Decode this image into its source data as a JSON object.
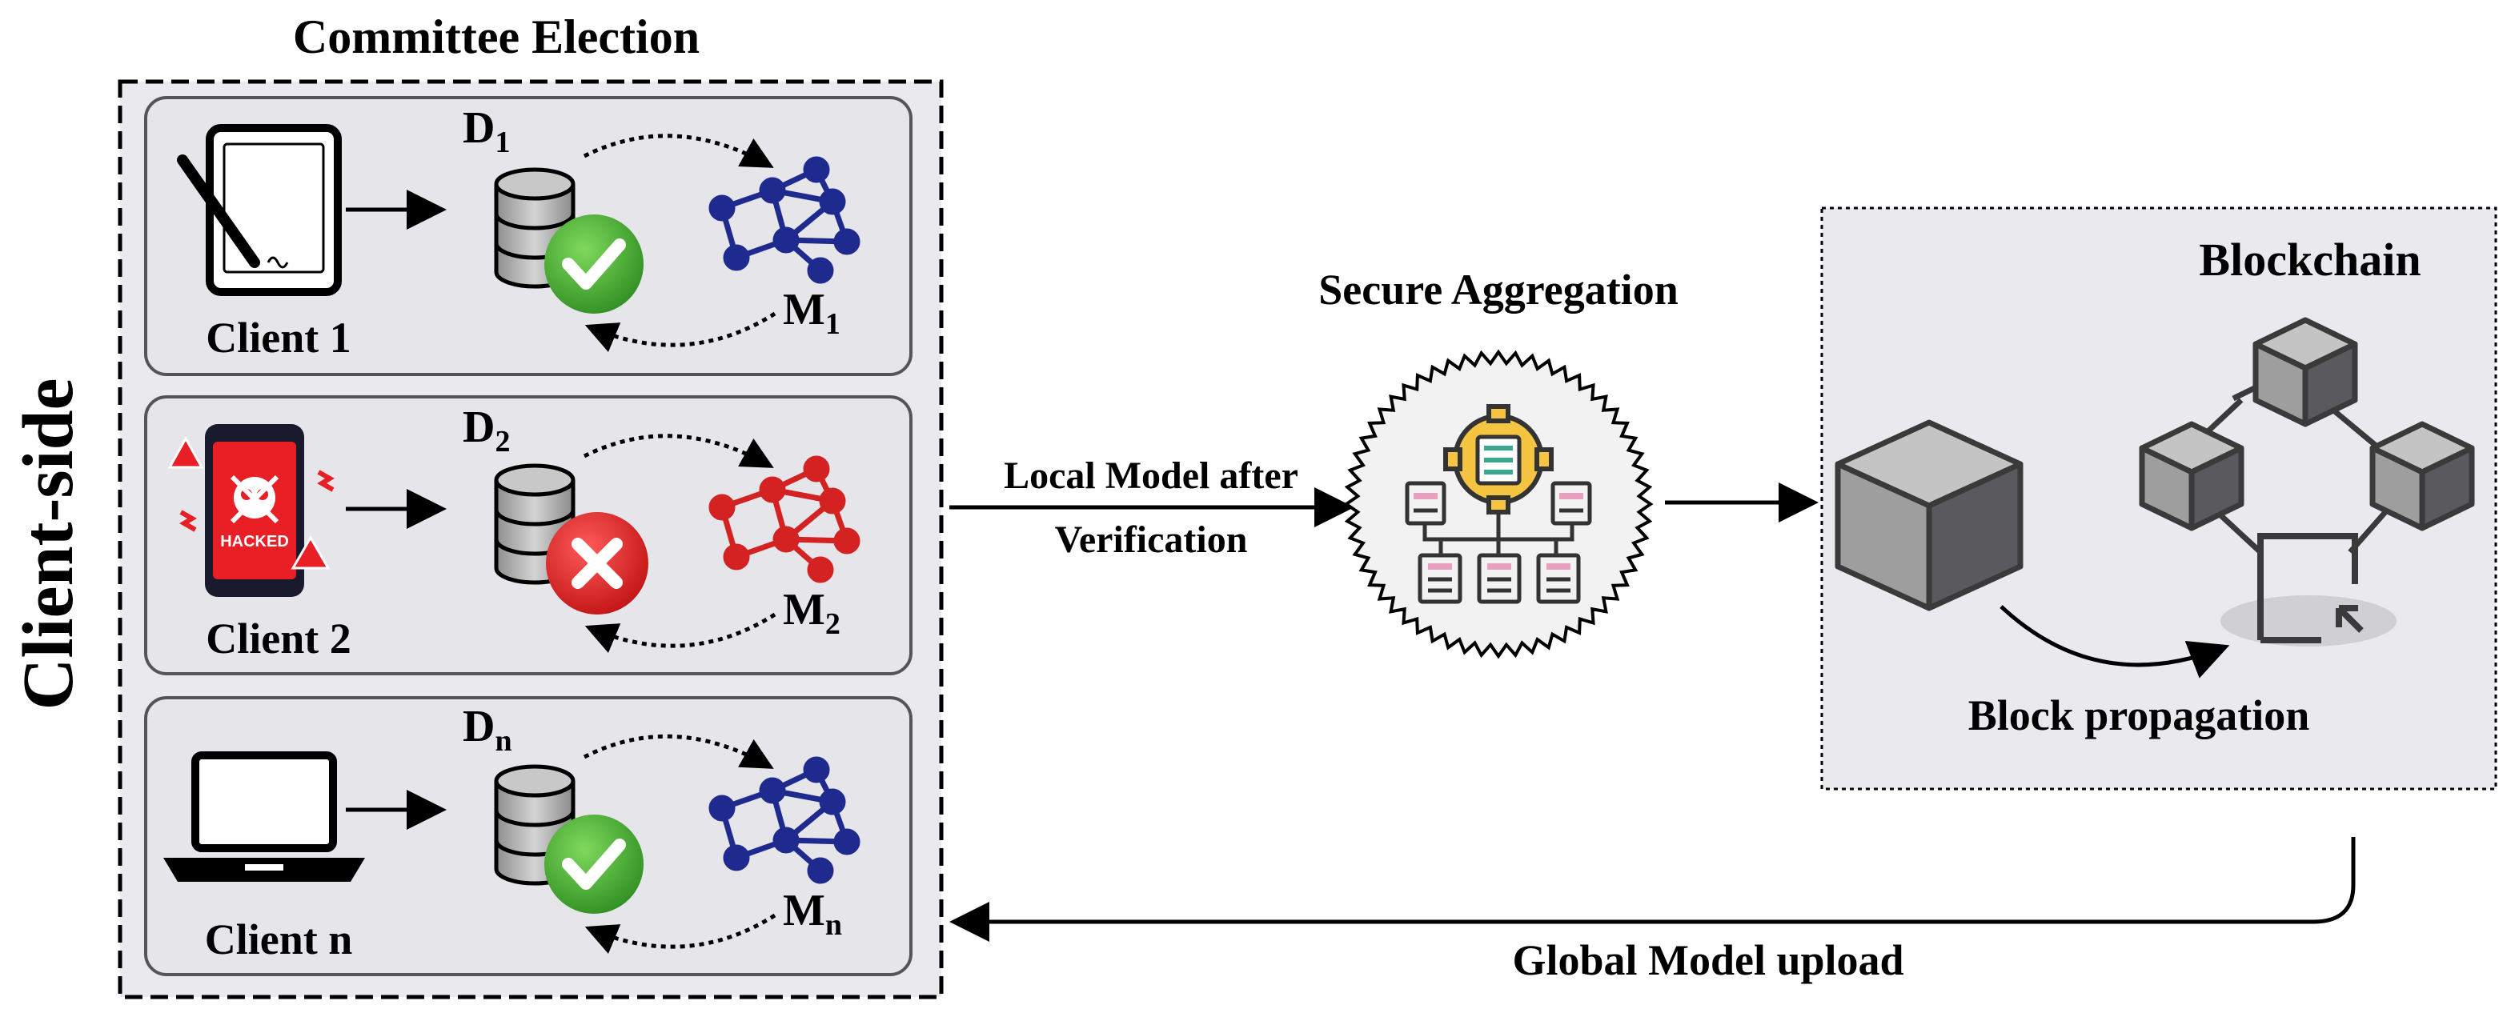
{
  "left_panel": {
    "title": "Committee Election",
    "side_label": "Client-side",
    "clients": [
      {
        "label": "Client 1",
        "device": "tablet-icon",
        "data_letter": "D",
        "data_sub": "1",
        "model_letter": "M",
        "model_sub": "1",
        "status": "verified"
      },
      {
        "label": "Client 2",
        "device": "hacked-phone-icon",
        "device_text": "HACKED",
        "data_letter": "D",
        "data_sub": "2",
        "model_letter": "M",
        "model_sub": "2",
        "status": "rejected"
      },
      {
        "label": "Client n",
        "device": "laptop-icon",
        "data_letter": "D",
        "data_sub": "n",
        "model_letter": "M",
        "model_sub": "n",
        "status": "verified"
      }
    ]
  },
  "flow": {
    "local_model_line1": "Local Model after",
    "local_model_line2": "Verification",
    "global_model": "Global Model upload"
  },
  "aggregation": {
    "title": "Secure Aggregation",
    "icon": "server-gear-icon"
  },
  "blockchain": {
    "title": "Blockchain",
    "propagation_label": "Block propagation"
  },
  "colors": {
    "panel_bg": "#e9e9ee",
    "row_bg": "#e5e5ea",
    "model_ok": "#1e2a8e",
    "model_bad": "#d42222",
    "check": "#49b33a",
    "cross": "#e51b1b",
    "aggregation_bg": "#f2f2f2",
    "gear": "#f5c542"
  }
}
